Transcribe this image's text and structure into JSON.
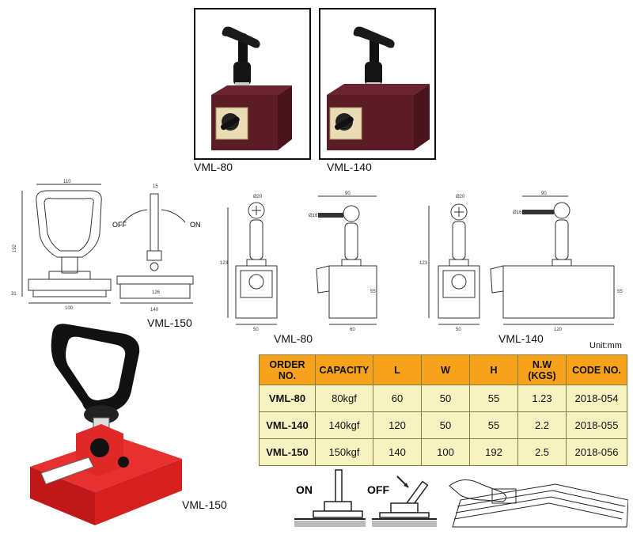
{
  "photos": {
    "vml80_label": "VML-80",
    "vml140_label": "VML-140"
  },
  "drawings": {
    "vml150": {
      "label": "VML-150",
      "width_top": "110",
      "height": "192",
      "base_height": "31",
      "width_bottom": "100",
      "knob": "15",
      "side_length": "126",
      "base_length": "140",
      "off_label": "OFF",
      "on_label": "ON"
    },
    "vml80": {
      "label": "VML-80",
      "dia": "Ø20",
      "t_width": "90",
      "t_dia": "Ø16",
      "height": "123",
      "body_h": "55",
      "width": "50",
      "length": "60"
    },
    "vml140": {
      "label": "VML-140",
      "dia": "Ø20",
      "t_width": "90",
      "t_dia": "Ø16",
      "height": "123",
      "body_h": "55",
      "width": "50",
      "length": "120"
    }
  },
  "bottom_photo": {
    "label": "VML-150"
  },
  "table": {
    "unit": "Unit:mm",
    "headers": [
      "ORDER NO.",
      "CAPACITY",
      "L",
      "W",
      "H",
      "N.W (KGS)",
      "CODE NO."
    ],
    "rows": [
      [
        "VML-80",
        "80kgf",
        "60",
        "50",
        "55",
        "1.23",
        "2018-054"
      ],
      [
        "VML-140",
        "140kgf",
        "120",
        "50",
        "55",
        "2.2",
        "2018-055"
      ],
      [
        "VML-150",
        "150kgf",
        "140",
        "100",
        "192",
        "2.5",
        "2018-056"
      ]
    ]
  },
  "usage": {
    "on_label": "ON",
    "off_label": "OFF"
  },
  "colors": {
    "header_bg": "#f7a21b",
    "row_bg": "#f7f3c0",
    "magnet_body": "#5a1a22",
    "red_base": "#e02020"
  }
}
